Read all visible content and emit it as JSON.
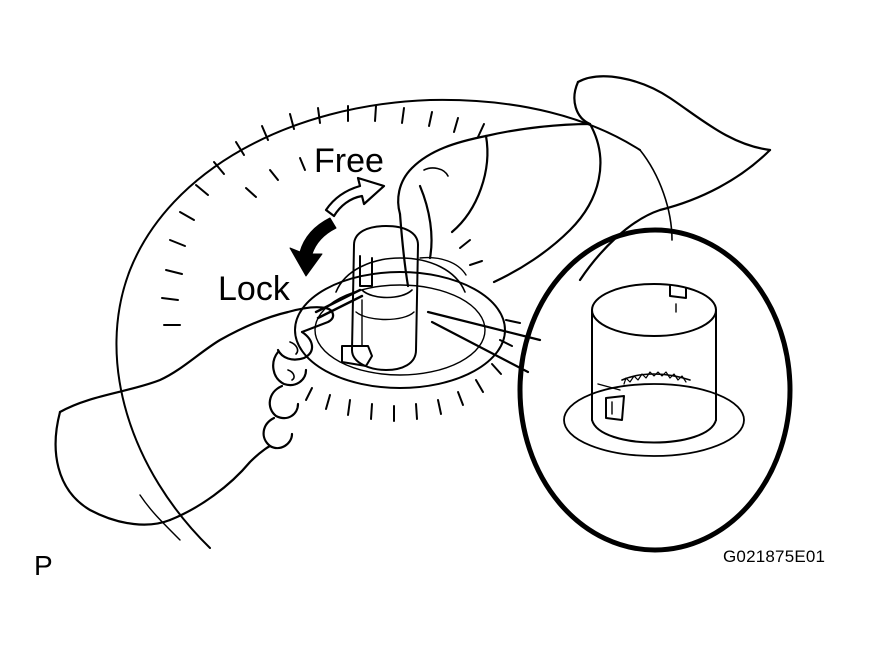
{
  "figure": {
    "free_label": "Free",
    "lock_label": "Lock",
    "view_label": "P",
    "code": "G021875E01"
  },
  "icons": {
    "free_arrow": "curved-arrow-outline-icon",
    "lock_arrow": "curved-arrow-solid-icon",
    "detail": "magnified-detail-circle"
  },
  "colors": {
    "line": "#000000",
    "background": "#ffffff"
  }
}
